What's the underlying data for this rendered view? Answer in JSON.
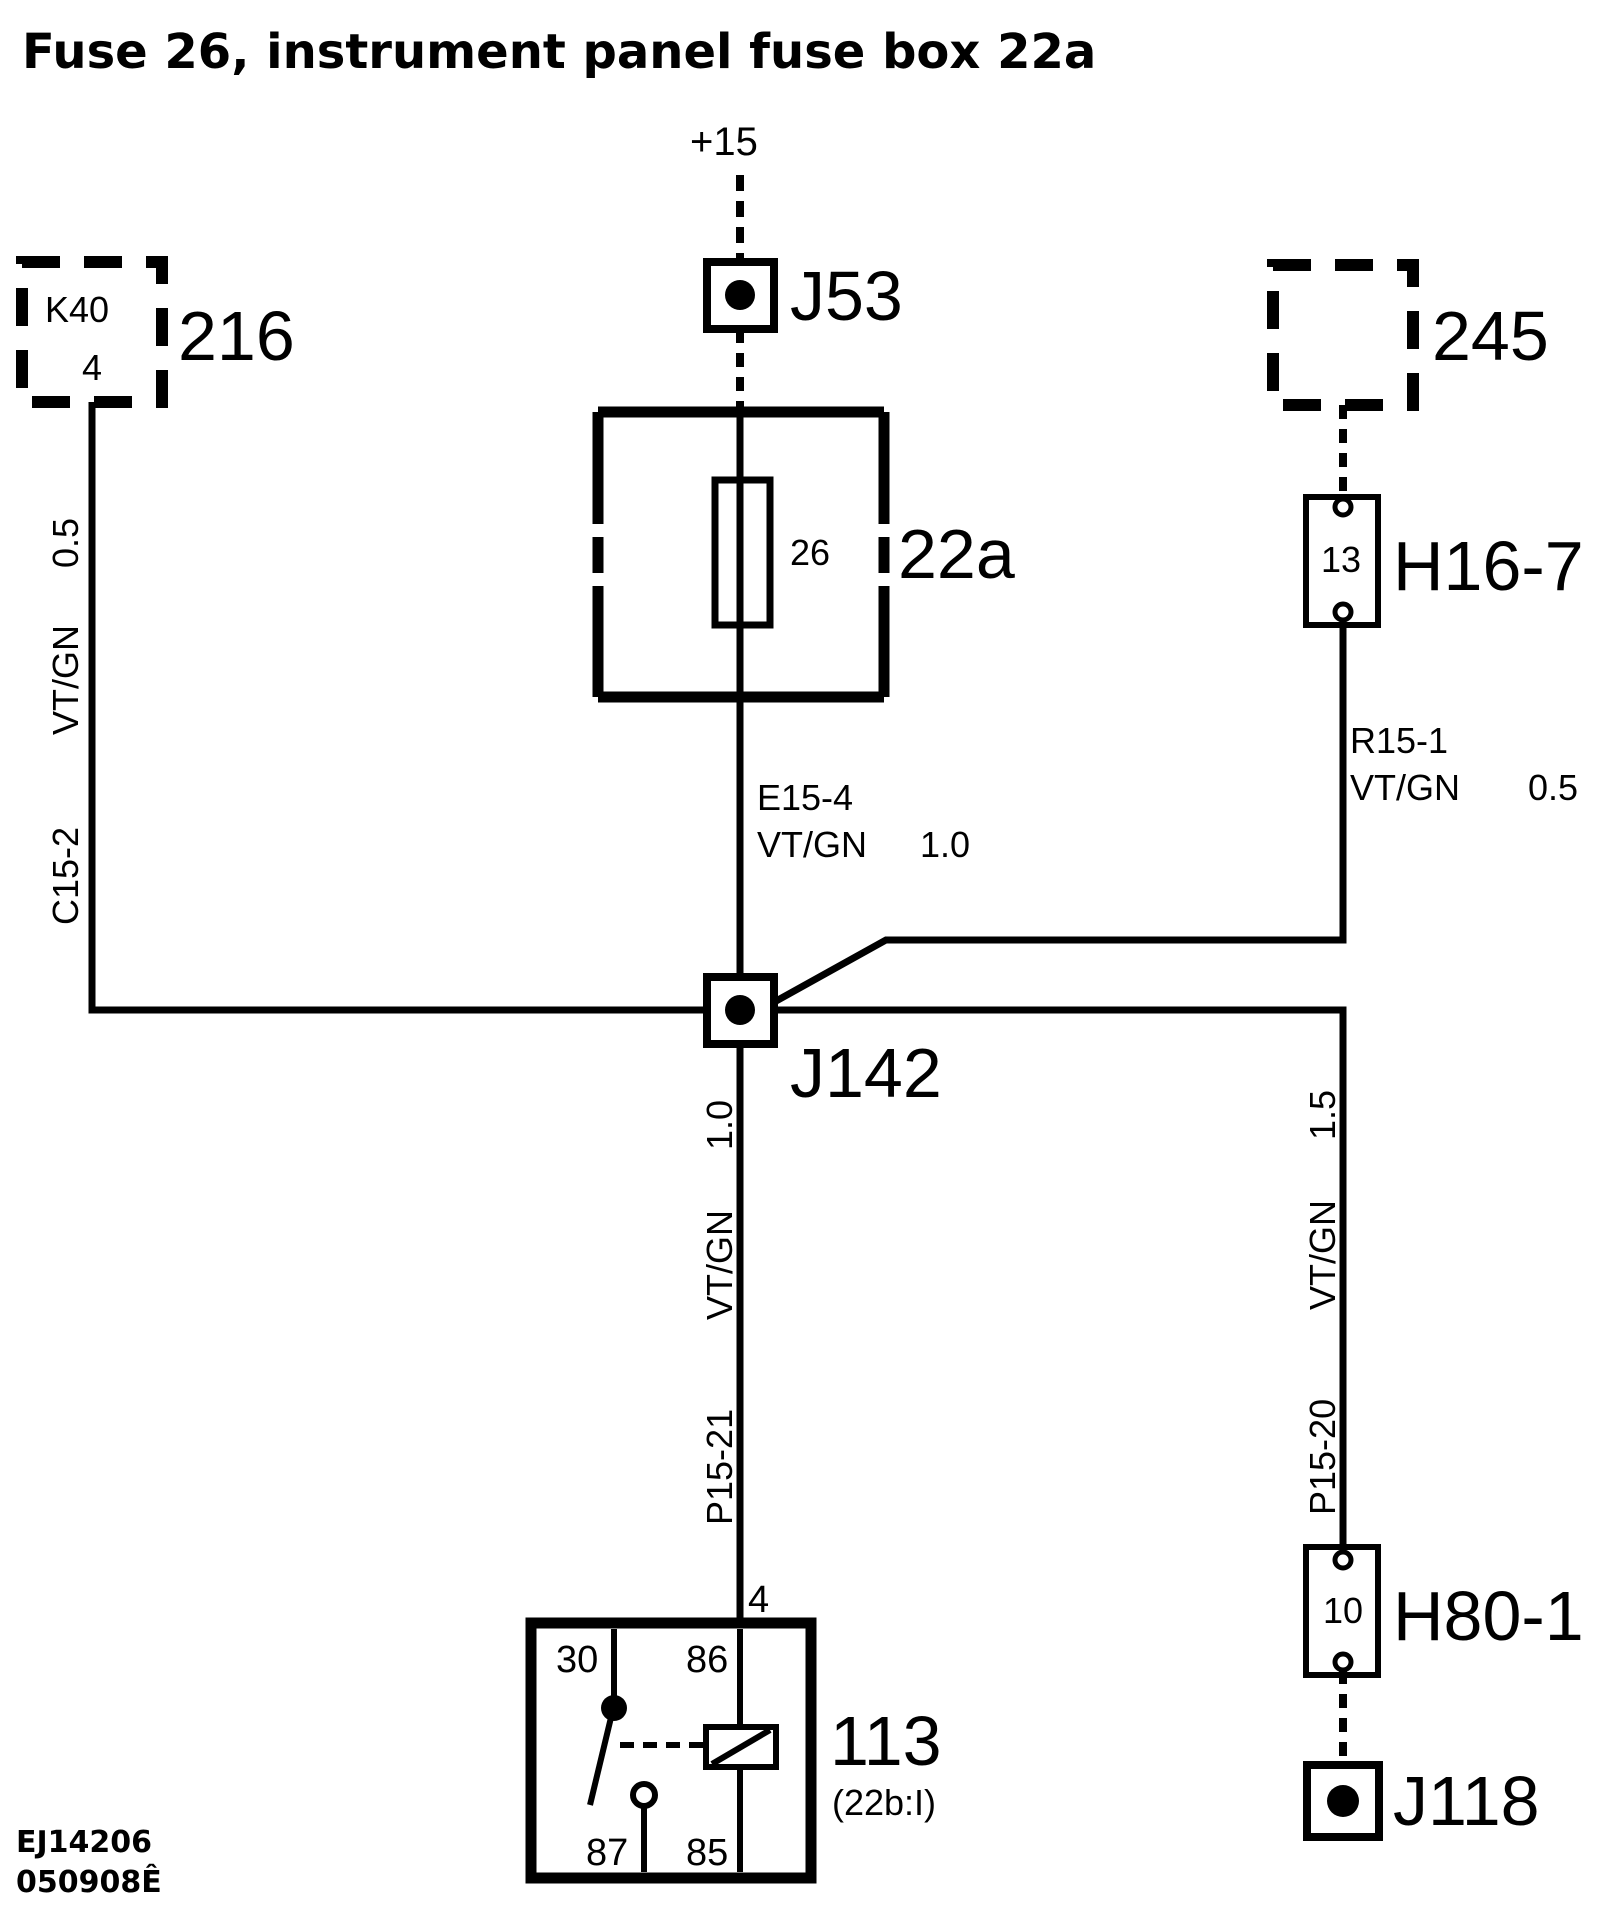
{
  "title": "Fuse 26, instrument panel fuse box 22a",
  "supply": "+15",
  "components": {
    "k40": {
      "ref": "216",
      "label": "K40",
      "pin": "4"
    },
    "c245": {
      "ref": "245"
    },
    "fuse_box": {
      "ref": "22a",
      "fuse": "26"
    },
    "h16": {
      "ref": "H16-7",
      "pin": "13"
    },
    "h80": {
      "ref": "H80-1",
      "pin": "10"
    },
    "relay": {
      "ref": "113",
      "sub": "(22b:I)",
      "pin_in": "4",
      "pin30": "30",
      "pin86": "86",
      "pin87": "87",
      "pin85": "85"
    }
  },
  "junctions": {
    "j53": "J53",
    "j142": "J142",
    "j118": "J118"
  },
  "wires": {
    "c15": {
      "circuit": "C15-2",
      "color": "VT/GN",
      "size": "0.5"
    },
    "e15": {
      "circuit": "E15-4",
      "color": "VT/GN",
      "size": "1.0"
    },
    "r15": {
      "circuit": "R15-1",
      "color": "VT/GN",
      "size": "0.5"
    },
    "p1521": {
      "circuit": "P15-21",
      "color": "VT/GN",
      "size": "1.0"
    },
    "p1520": {
      "circuit": "P15-20",
      "color": "VT/GN",
      "size": "1.5"
    }
  },
  "footer": {
    "code": "EJ14206",
    "date": "050908Ê"
  }
}
